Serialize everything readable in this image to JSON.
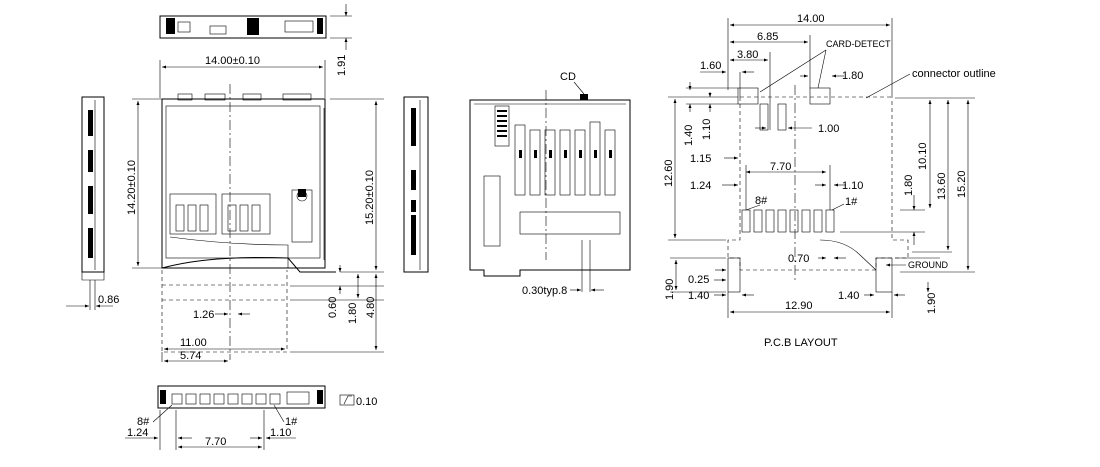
{
  "front_view": {
    "width_dim": "14.00±0.10",
    "height_dim": "14.20±0.10",
    "right_dim": "15.20±0.10",
    "top_thickness": "1.91",
    "left_small": "0.86",
    "pitch_dim": "1.26",
    "dim_060": "0.60",
    "dim_180": "1.80",
    "dim_480": "4.80",
    "dim_1100": "11.00",
    "dim_574": "5.74"
  },
  "bottom_view": {
    "pin8": "8#",
    "pin1": "1#",
    "dim_124": "1.24",
    "dim_770": "7.70",
    "dim_110": "1.10",
    "flatness": "0.10"
  },
  "rear_view": {
    "cd_label": "CD",
    "pitch_note": "0.30typ.8"
  },
  "pcb_layout": {
    "title": "P.C.B LAYOUT",
    "dim_1400": "14.00",
    "dim_685": "6.85",
    "dim_380": "3.80",
    "dim_160": "1.60",
    "card_detect": "CARD-DETECT",
    "dim_180_top": "1.80",
    "connector_outline": "connector outline",
    "dim_140": "1.40",
    "dim_110": "1.10",
    "dim_100": "1.00",
    "dim_115": "1.15",
    "dim_1260": "12.60",
    "dim_770": "7.70",
    "dim_124": "1.24",
    "dim_110b": "1.10",
    "pin8": "8#",
    "pin1": "1#",
    "dim_180_right": "1.80",
    "dim_1010": "10.10",
    "dim_1360": "13.60",
    "dim_1520": "15.20",
    "dim_070": "0.70",
    "ground": "GROUND",
    "dim_025": "0.25",
    "dim_190_left": "1.90",
    "dim_140_left": "1.40",
    "dim_1290": "12.90",
    "dim_140_right": "1.40",
    "dim_190_right": "1.90"
  }
}
